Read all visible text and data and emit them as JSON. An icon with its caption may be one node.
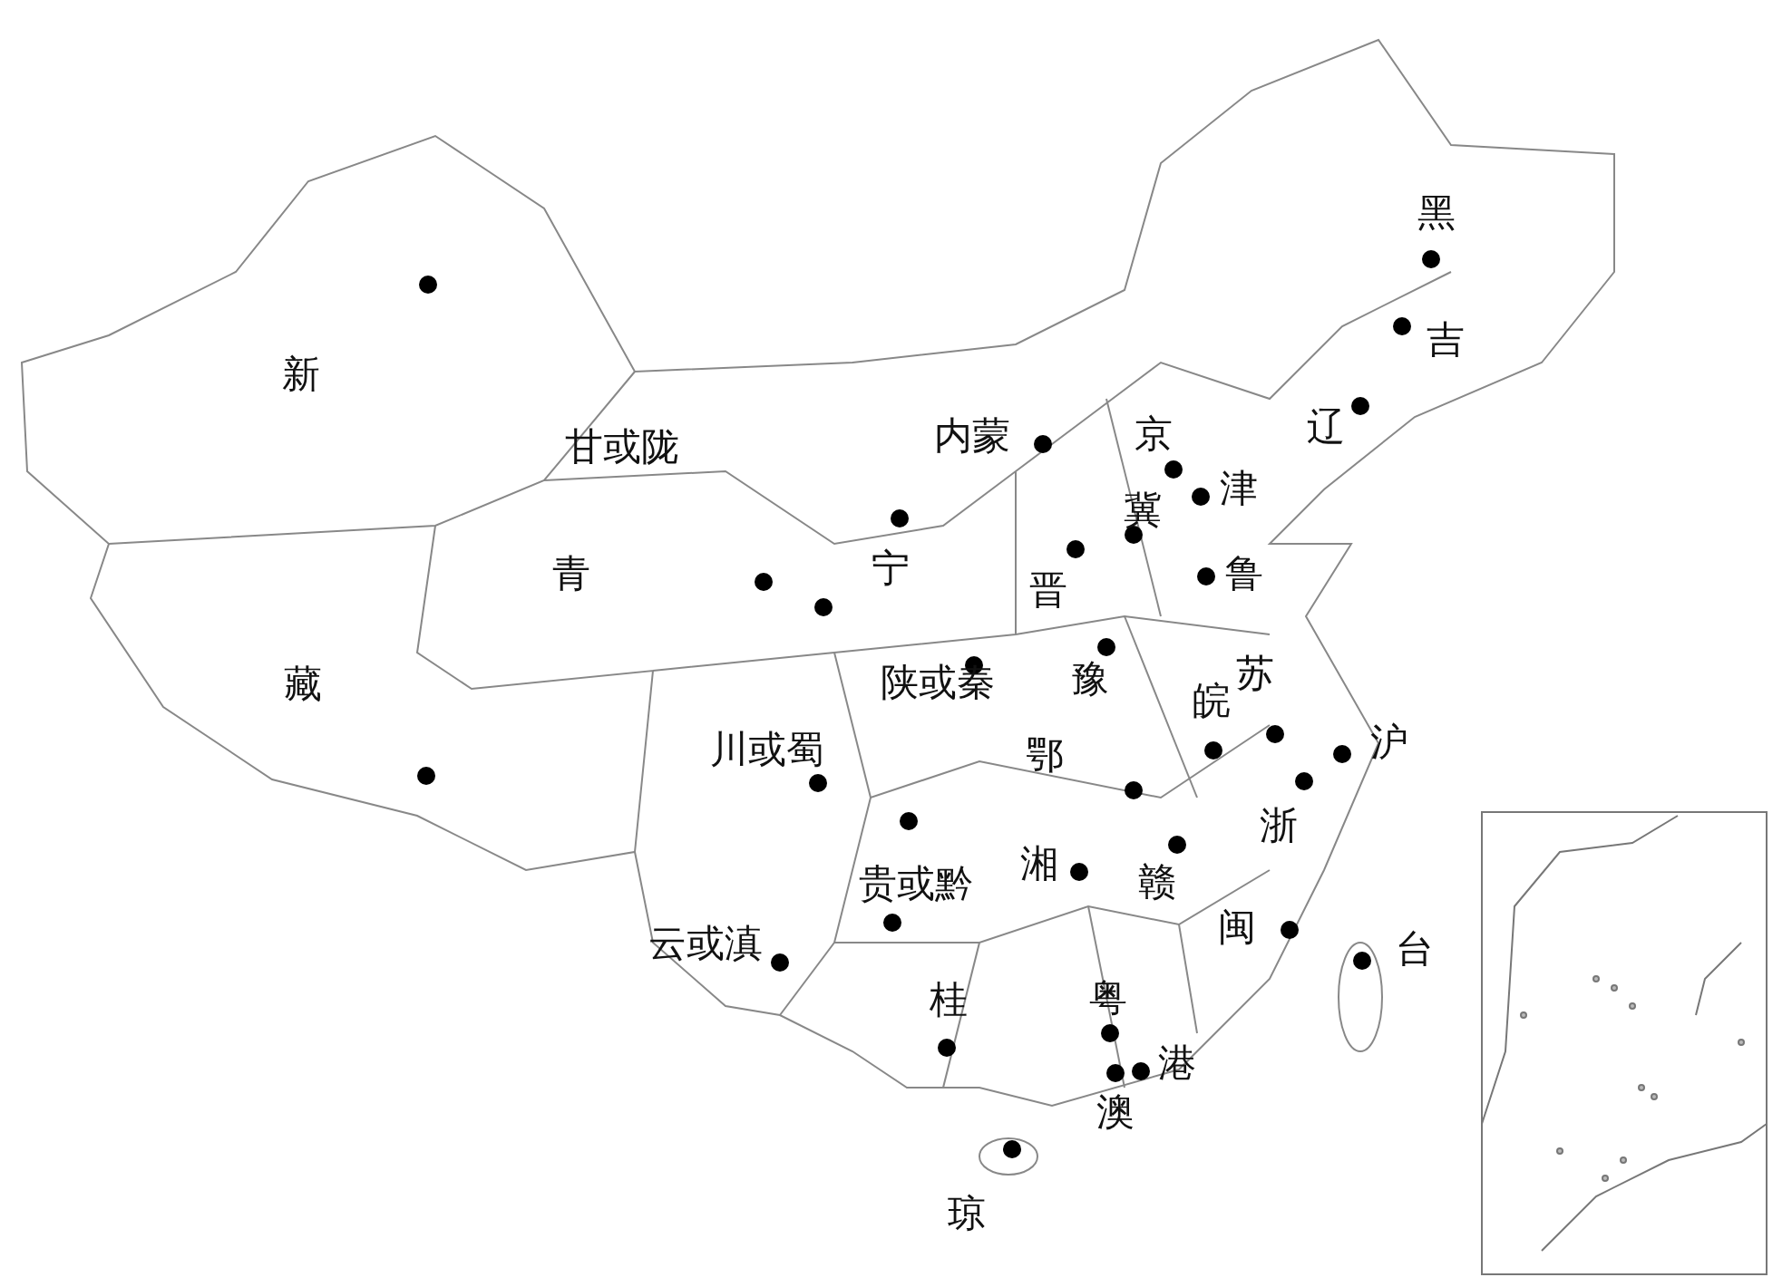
{
  "diagram": {
    "labels": [
      "黑",
      "吉",
      "新",
      "辽",
      "内蒙",
      "京",
      "甘或陇",
      "津",
      "冀",
      "宁",
      "青",
      "晋",
      "鲁",
      "陕或秦",
      "苏",
      "豫",
      "藏",
      "皖",
      "沪",
      "川或蜀",
      "鄂",
      "浙",
      "湘",
      "贵或黔",
      "赣",
      "闽",
      "台",
      "云或滇",
      "桂",
      "粤",
      "港",
      "澳",
      "琼"
    ]
  }
}
